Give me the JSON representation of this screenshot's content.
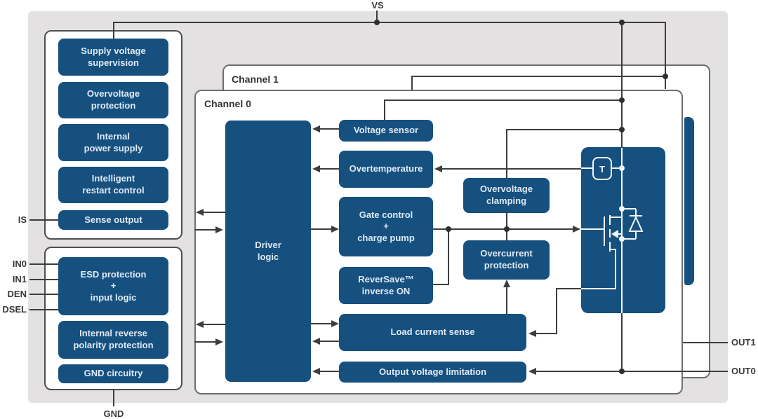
{
  "pins": {
    "vs": "VS",
    "is": "IS",
    "in0": "IN0",
    "in1": "IN1",
    "den": "DEN",
    "dsel": "DSEL",
    "gnd": "GND",
    "out1": "OUT1",
    "out0": "OUT0"
  },
  "channels": {
    "ch0": "Channel 0",
    "ch1": "Channel 1"
  },
  "supply_panel": {
    "supply_voltage_supervision": {
      "lines": [
        "Supply voltage",
        "supervision"
      ]
    },
    "overvoltage_protection": {
      "lines": [
        "Overvoltage",
        "protection"
      ]
    },
    "internal_power_supply": {
      "lines": [
        "Internal",
        "power supply"
      ]
    },
    "intelligent_restart_control": {
      "lines": [
        "Intelligent",
        "restart control"
      ]
    },
    "sense_output": {
      "lines": [
        "Sense output"
      ]
    }
  },
  "input_panel": {
    "esd_input_logic": {
      "lines": [
        "ESD protection",
        "+",
        "input logic"
      ]
    },
    "reverse_polarity": {
      "lines": [
        "Internal reverse",
        "polarity protection"
      ]
    },
    "gnd_circuitry": {
      "lines": [
        "GND circuitry"
      ]
    }
  },
  "channel_blocks": {
    "driver_logic": {
      "lines": [
        "Driver",
        "logic"
      ]
    },
    "voltage_sensor": {
      "lines": [
        "Voltage sensor"
      ]
    },
    "overtemperature": {
      "lines": [
        "Overtemperature"
      ]
    },
    "gate_control": {
      "lines": [
        "Gate control",
        "+",
        "charge pump"
      ]
    },
    "reversave": {
      "lines": [
        "ReverSave™",
        "inverse ON"
      ]
    },
    "load_current_sense": {
      "lines": [
        "Load current sense"
      ]
    },
    "output_voltage_limitation": {
      "lines": [
        "Output voltage limitation"
      ]
    },
    "overvoltage_clamping": {
      "lines": [
        "Overvoltage",
        "clamping"
      ]
    },
    "overcurrent_protection": {
      "lines": [
        "Overcurrent",
        "protection"
      ]
    },
    "temp_sensor": "T"
  },
  "colors": {
    "block_blue": "#16507F",
    "wire": "#3D3D3D",
    "background_gray": "#E3E1E1",
    "channel_border": "#6E6E6E",
    "panel_border": "#4F4F4F",
    "block_text": "#DFE9F5"
  }
}
